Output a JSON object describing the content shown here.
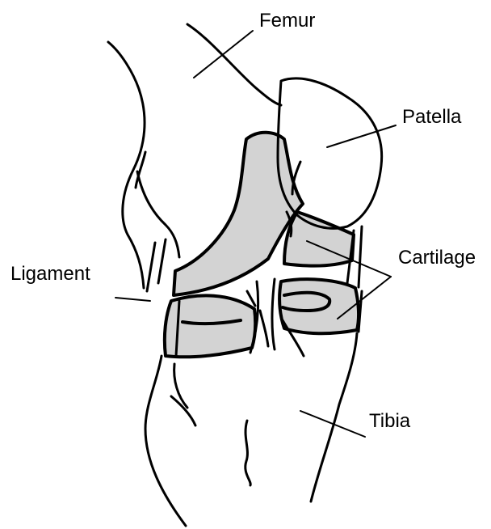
{
  "labels": {
    "femur": "Femur",
    "patella": "Patella",
    "ligament": "Ligament",
    "cartilage": "Cartilage",
    "tibia": "Tibia"
  },
  "colors": {
    "outline": "#000000",
    "cartilage_fill": "#d3d3d3",
    "background": "#ffffff"
  }
}
